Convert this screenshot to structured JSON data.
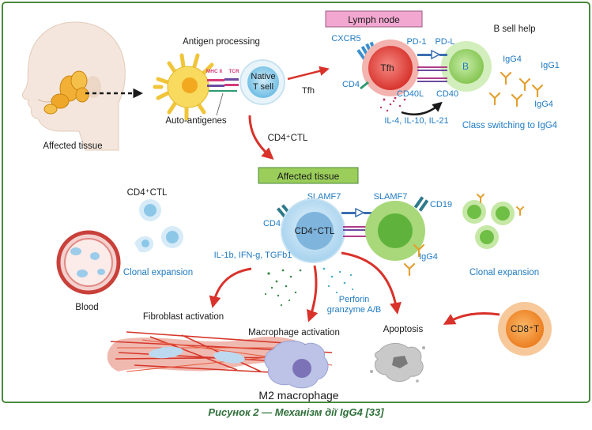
{
  "figure": {
    "caption": "Рисунок 2 — Механізм дії IgG4 [33]"
  },
  "colors": {
    "frame": "#4a8a3c",
    "label_dark": "#1a1a1a",
    "label_blue": "#1f7ac2",
    "arrow_red": "#d9322b",
    "lymph_box": "#f2a7d0",
    "affected_box": "#9acd5a",
    "tfh_cell": "#e8443e",
    "b_cell": "#8fcf5c",
    "naive_cell": "#7fc8e8",
    "ctl_cell": "#a9d3ee",
    "cd8_cell": "#f08a2c"
  },
  "labels": {
    "affected_tissue_top": "Affected tissue",
    "antigen_processing": "Antigen processing",
    "mhc_ii": "MHC II",
    "tcr": "TCR",
    "native_t_cell_1": "Native",
    "native_t_cell_2": "T sell",
    "auto_antigenes": "Auto-antigenes",
    "tfh_arrow": "Tfh",
    "cd4ctl_arrow": "CD4⁺CTL",
    "lymph_node": "Lymph node",
    "cxcr5": "CXCR5",
    "pd1": "PD-1",
    "pdl": "PD-L",
    "tfh": "Tfh",
    "b": "B",
    "cd4_top": "CD4",
    "cd40l": "CD40L",
    "cd40": "CD40",
    "interleukins": "IL-4, IL-10, IL-21",
    "b_sell_help": "B sell help",
    "igg4_a": "IgG4",
    "igg1": "IgG1",
    "igg4_b": "IgG4",
    "class_switching": "Class switching to IgG4",
    "affected_tissue_box": "Affected tissue",
    "cd4ctl_blood": "CD4⁺CTL",
    "clonal_expansion_left": "Clonal expansion",
    "blood": "Blood",
    "slamf7_left": "SLAMF7",
    "slamf7_right": "SLAMF7",
    "cd4_mid": "CD4",
    "cd4ctl_cell": "CD4⁺CTL",
    "cd19": "CD19",
    "igg4_c": "IgG4",
    "clonal_expansion_right": "Clonal expansion",
    "cytokines": "IL-1b, IFN-g, TGFb1",
    "perforin": "Perforin",
    "granzyme": "granzyme A/B",
    "fibroblast_activation": "Fibroblast activation",
    "macrophage_activation": "Macrophage activation",
    "apoptosis": "Apoptosis",
    "cd8t": "CD8⁺T",
    "m2_macrophage": "M2 macrophage"
  }
}
